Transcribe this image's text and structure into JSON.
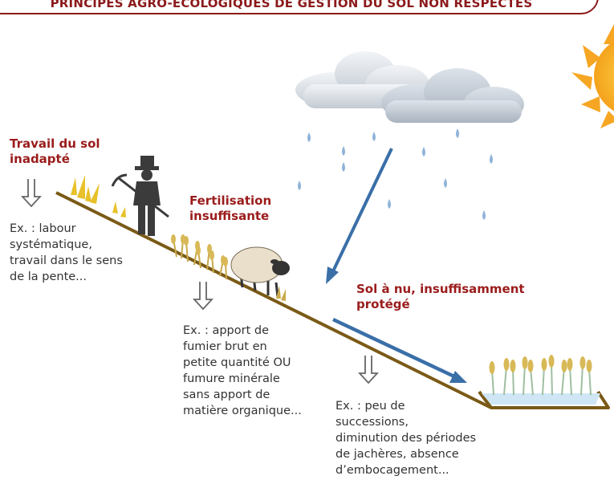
{
  "banner": {
    "title": "PRINCIPES AGRO-ÉCOLOGIQUES DE GESTION DU SOL NON RESPECTÉS"
  },
  "practices": [
    {
      "heading_lines": [
        "Travail du sol",
        "inadapté"
      ],
      "example_lines": [
        "Ex. : labour",
        "systématique,",
        "travail dans le sens",
        "de la pente..."
      ]
    },
    {
      "heading_lines": [
        "Fertilisation",
        "insuffisante"
      ],
      "example_lines": [
        "Ex. : apport de",
        "fumier brut en",
        "petite quantité OU",
        "fumure minérale",
        "sans apport de",
        "matière organique..."
      ]
    },
    {
      "heading_lines": [
        "Sol à nu, insuffisamment",
        "protégé"
      ],
      "example_lines": [
        "Ex. : peu de",
        "successions,",
        "diminution des périodes",
        "de jachères, absence",
        "d’embocagement..."
      ]
    }
  ],
  "icons": [
    "sun-icon",
    "cloud-icon",
    "rain-drop-icon",
    "farmer-icon",
    "sheep-icon",
    "grass-icon",
    "wheat-icon",
    "water-pond-icon",
    "runoff-arrow-icon",
    "down-arrow-icon"
  ],
  "colors": {
    "heading": "#9b1c1c",
    "slope": "#7a5a16",
    "runoff_arrow": "#3a6fa8",
    "rain": "#8fb3d9"
  }
}
